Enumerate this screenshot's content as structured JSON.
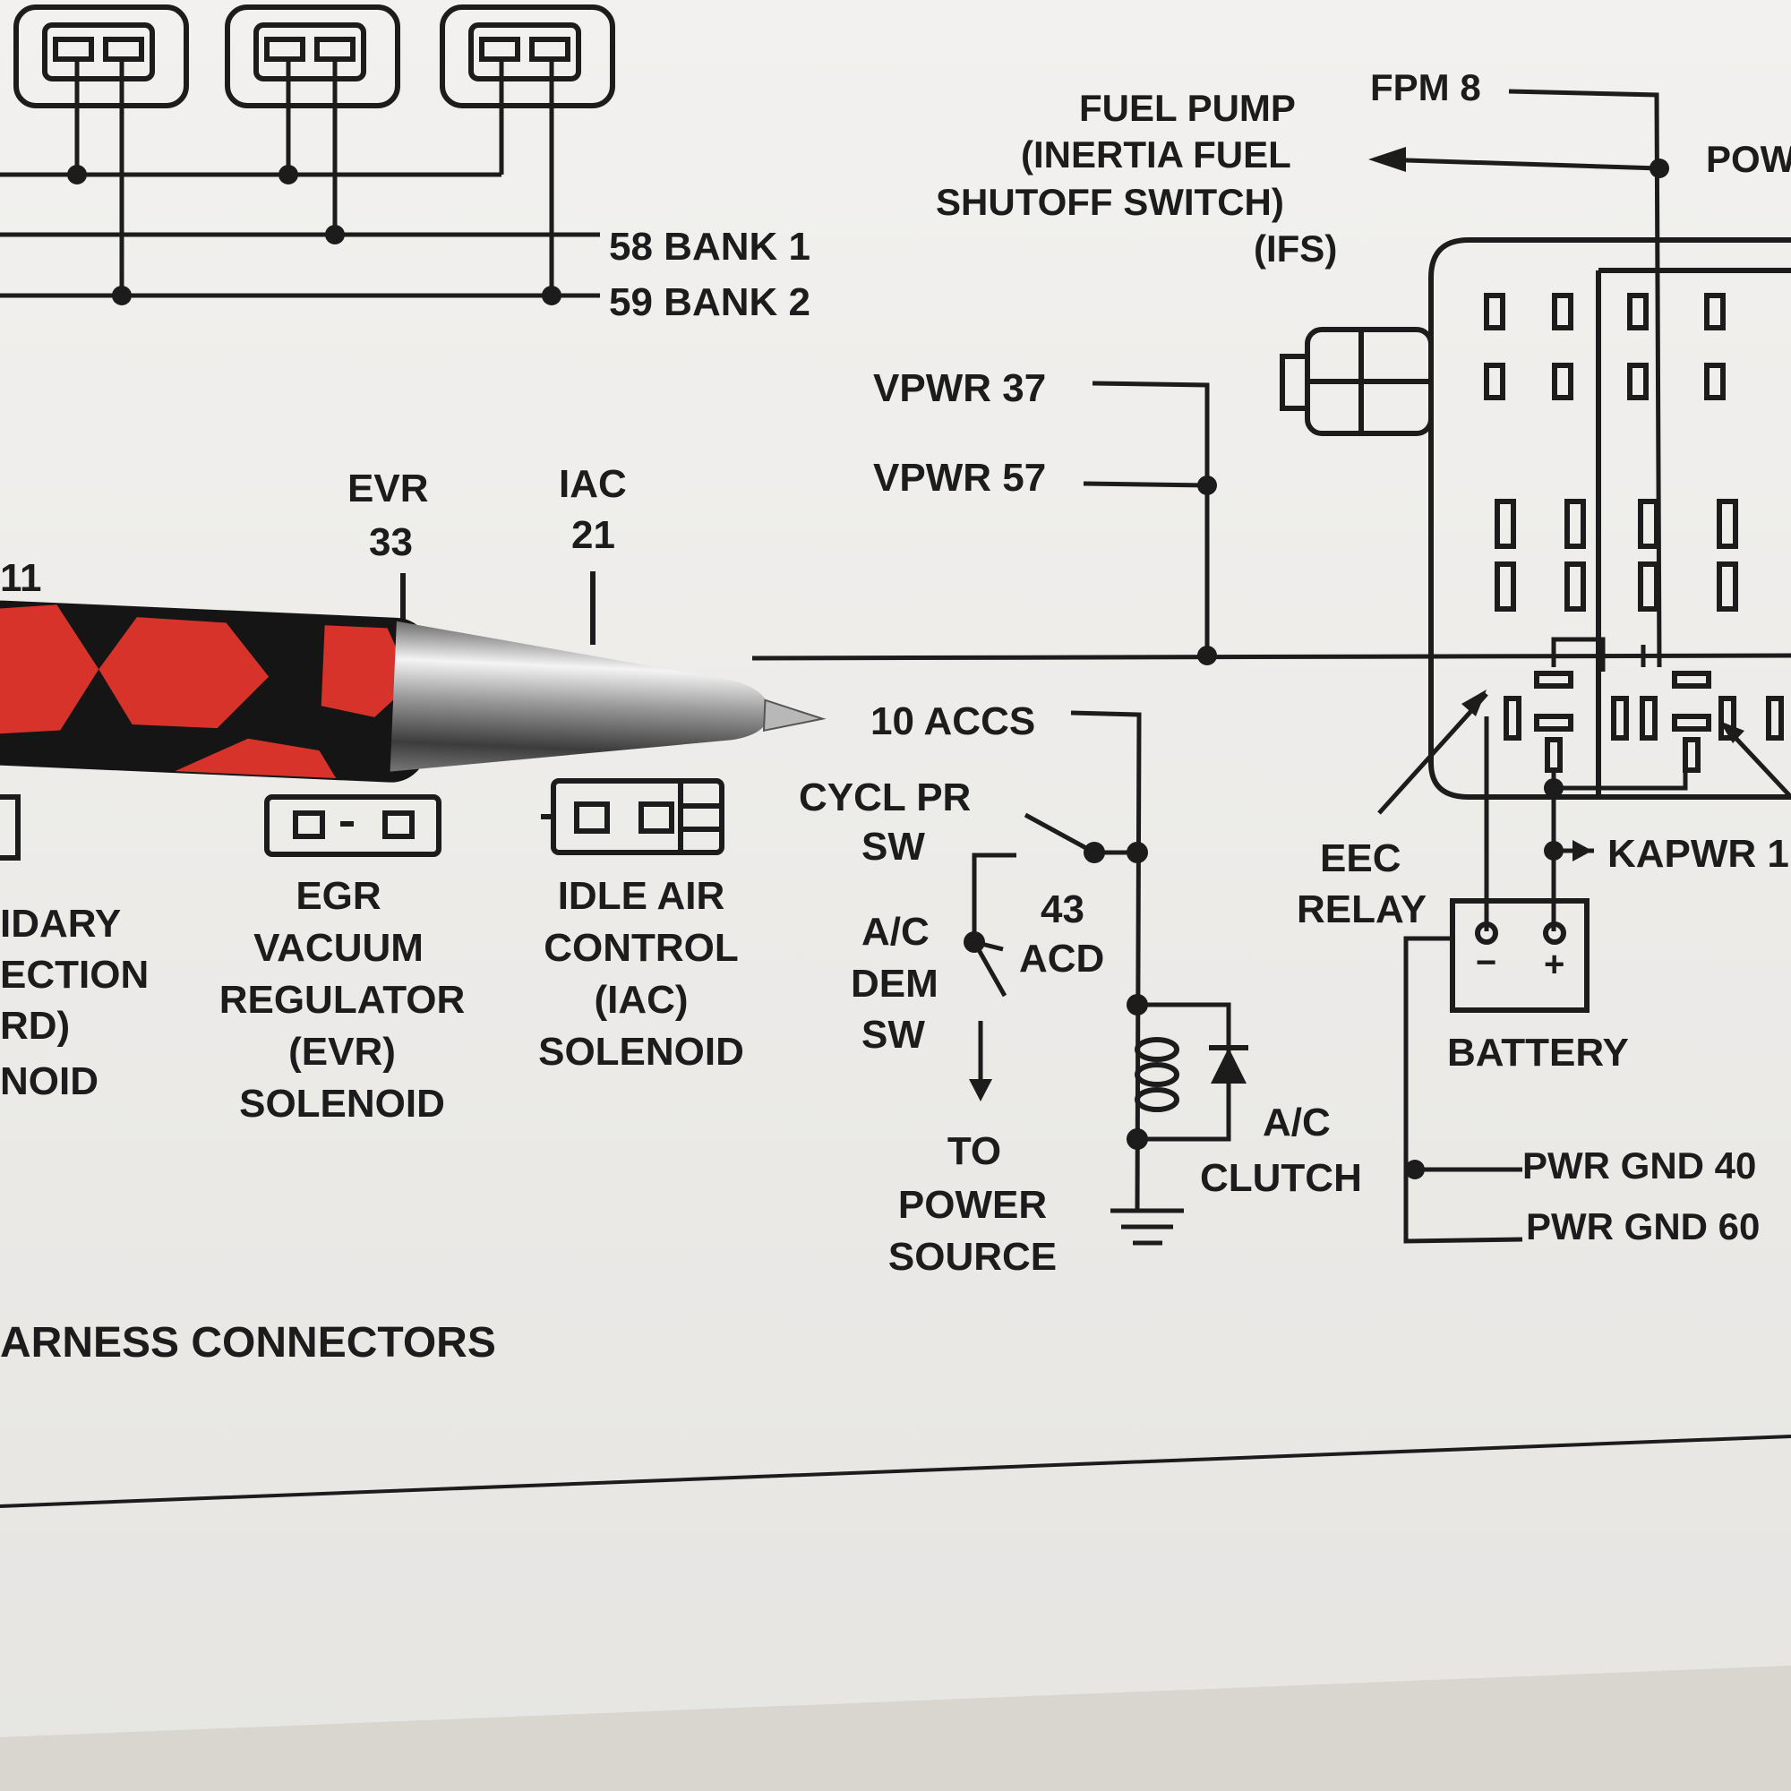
{
  "colors": {
    "ink": "#1c1c1c",
    "paper": "#f1f0ee",
    "pen_red": "#d8332b",
    "pen_black": "#151515",
    "pen_chrome": "#c9c9c9"
  },
  "top": {
    "bank1": "58 BANK 1",
    "bank2": "59 BANK 2"
  },
  "fuel_pump": {
    "line1": "FUEL PUMP",
    "line2": "(INERTIA FUEL",
    "line3": "SHUTOFF SWITCH)",
    "line4": "(IFS)",
    "fpm": "FPM 8",
    "power_cut": "POW"
  },
  "vpwr": {
    "a": "VPWR 37",
    "b": "VPWR 57"
  },
  "left_pins": {
    "cut_number": "11",
    "evr_label": "EVR",
    "evr_pin": "33",
    "iac_label": "IAC",
    "iac_pin": "21"
  },
  "components": {
    "secondary": [
      "IDARY",
      "ECTION",
      "RD)",
      "NOID"
    ],
    "egr": [
      "EGR",
      "VACUUM",
      "REGULATOR",
      "(EVR)",
      "SOLENOID"
    ],
    "iac": [
      "IDLE AIR",
      "CONTROL",
      "(IAC)",
      "SOLENOID"
    ]
  },
  "ac_circuit": {
    "accs": "10 ACCS",
    "cycl_line1": "CYCL PR",
    "cycl_line2": "SW",
    "acd_num": "43",
    "acd": "ACD",
    "dem_line1": "A/C",
    "dem_line2": "DEM",
    "dem_line3": "SW",
    "to_power": [
      "TO",
      "POWER",
      "SOURCE"
    ],
    "clutch_line1": "A/C",
    "clutch_line2": "CLUTCH"
  },
  "relay": {
    "eec_line1": "EEC",
    "eec_line2": "RELAY",
    "kapwr": "KAPWR 1",
    "battery": "BATTERY",
    "minus": "−",
    "plus": "+",
    "gnd40": "PWR GND 40",
    "gnd60": "PWR GND 60"
  },
  "footer": {
    "harness": "ARNESS CONNECTORS"
  }
}
